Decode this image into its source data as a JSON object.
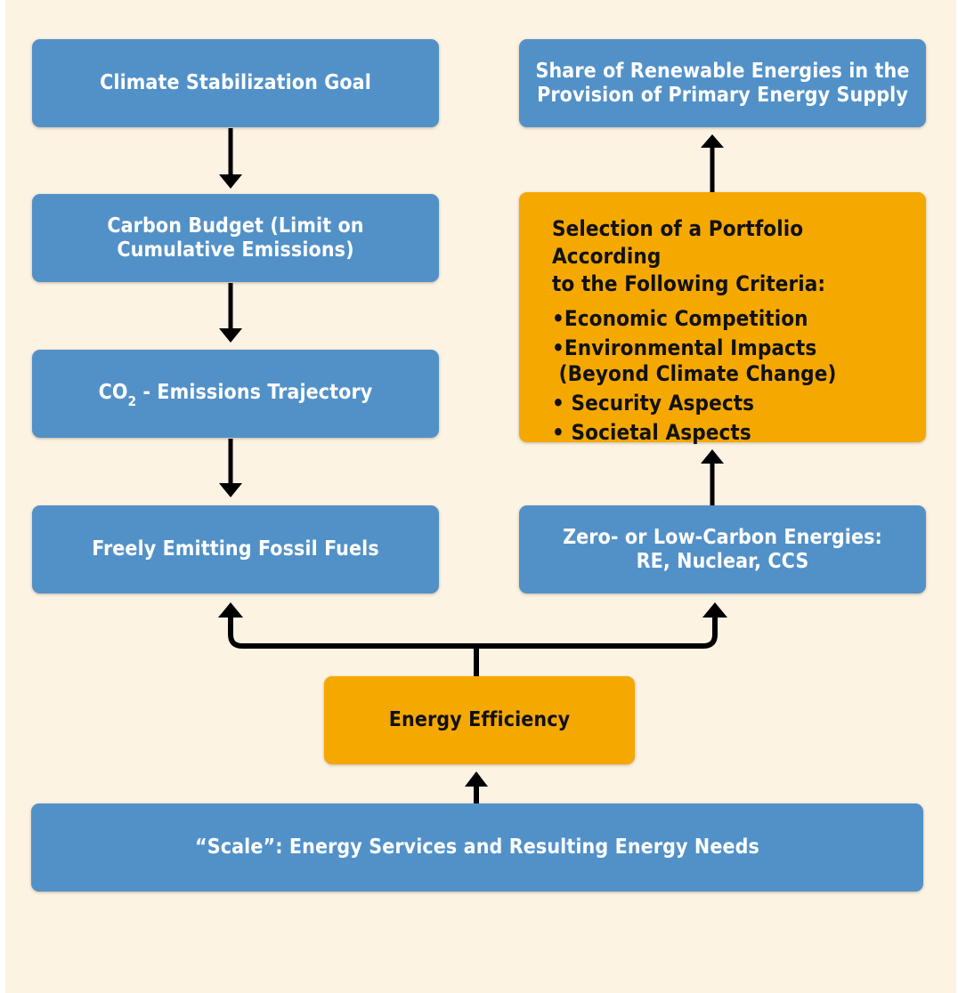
{
  "diagram": {
    "boxes": {
      "climate_goal": {
        "lines": [
          "Climate Stabilization Goal"
        ]
      },
      "carbon_budget": {
        "lines": [
          "Carbon Budget (Limit on",
          "Cumulative Emissions)"
        ]
      },
      "co2_trajectory": {
        "prefix": "CO",
        "subscript": "2",
        "suffix": " - Emissions Trajectory"
      },
      "fossil_fuels": {
        "lines": [
          "Freely Emitting Fossil Fuels"
        ]
      },
      "renewables_share": {
        "lines": [
          "Share of Renewable Energies in the",
          "Provision of Primary Energy Supply"
        ]
      },
      "portfolio": {
        "heading": [
          "Selection of a Portfolio According",
          "to the Following Criteria:"
        ],
        "criteria": [
          {
            "lines": [
              "•Economic Competition"
            ]
          },
          {
            "lines": [
              "•Environmental Impacts",
              " (Beyond Climate Change)"
            ]
          },
          {
            "lines": [
              "• Security Aspects"
            ]
          },
          {
            "lines": [
              "• Societal Aspects"
            ]
          }
        ]
      },
      "low_carbon": {
        "lines": [
          "Zero- or Low-Carbon Energies:",
          "RE, Nuclear, CCS"
        ]
      },
      "efficiency": {
        "lines": [
          "Energy Efficiency"
        ]
      },
      "scale": {
        "lines": [
          "“Scale”: Energy Services and Resulting Energy Needs"
        ]
      }
    },
    "colors": {
      "background": "#fdf3e3",
      "blue_box": "#5291c8",
      "orange_box": "#f5a800",
      "arrow": "#000000"
    }
  }
}
